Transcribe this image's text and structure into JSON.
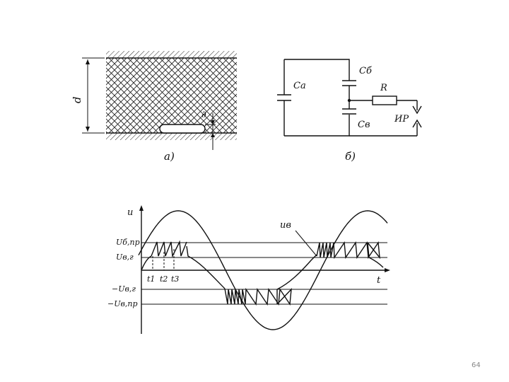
{
  "panel_a": {
    "caption": "а)",
    "thickness_label": "d",
    "void_label": "∂"
  },
  "panel_b": {
    "caption": "б)",
    "ca_label": "Cа",
    "cb_label": "Cб",
    "cv_label": "Cв",
    "r_label": "R",
    "ir_label": "ИР"
  },
  "graph": {
    "y_axis_label": "u",
    "x_axis_label": "t",
    "curve_label": "uв",
    "levels": {
      "ub_pr": "Uб,пр",
      "ub_g": "Uв,г",
      "neg_ub_g": "−Uв,г",
      "neg_ub_pr": "−Uв,пр"
    },
    "time_marks": [
      "t1",
      "t2",
      "t3"
    ]
  },
  "page_number": "64"
}
